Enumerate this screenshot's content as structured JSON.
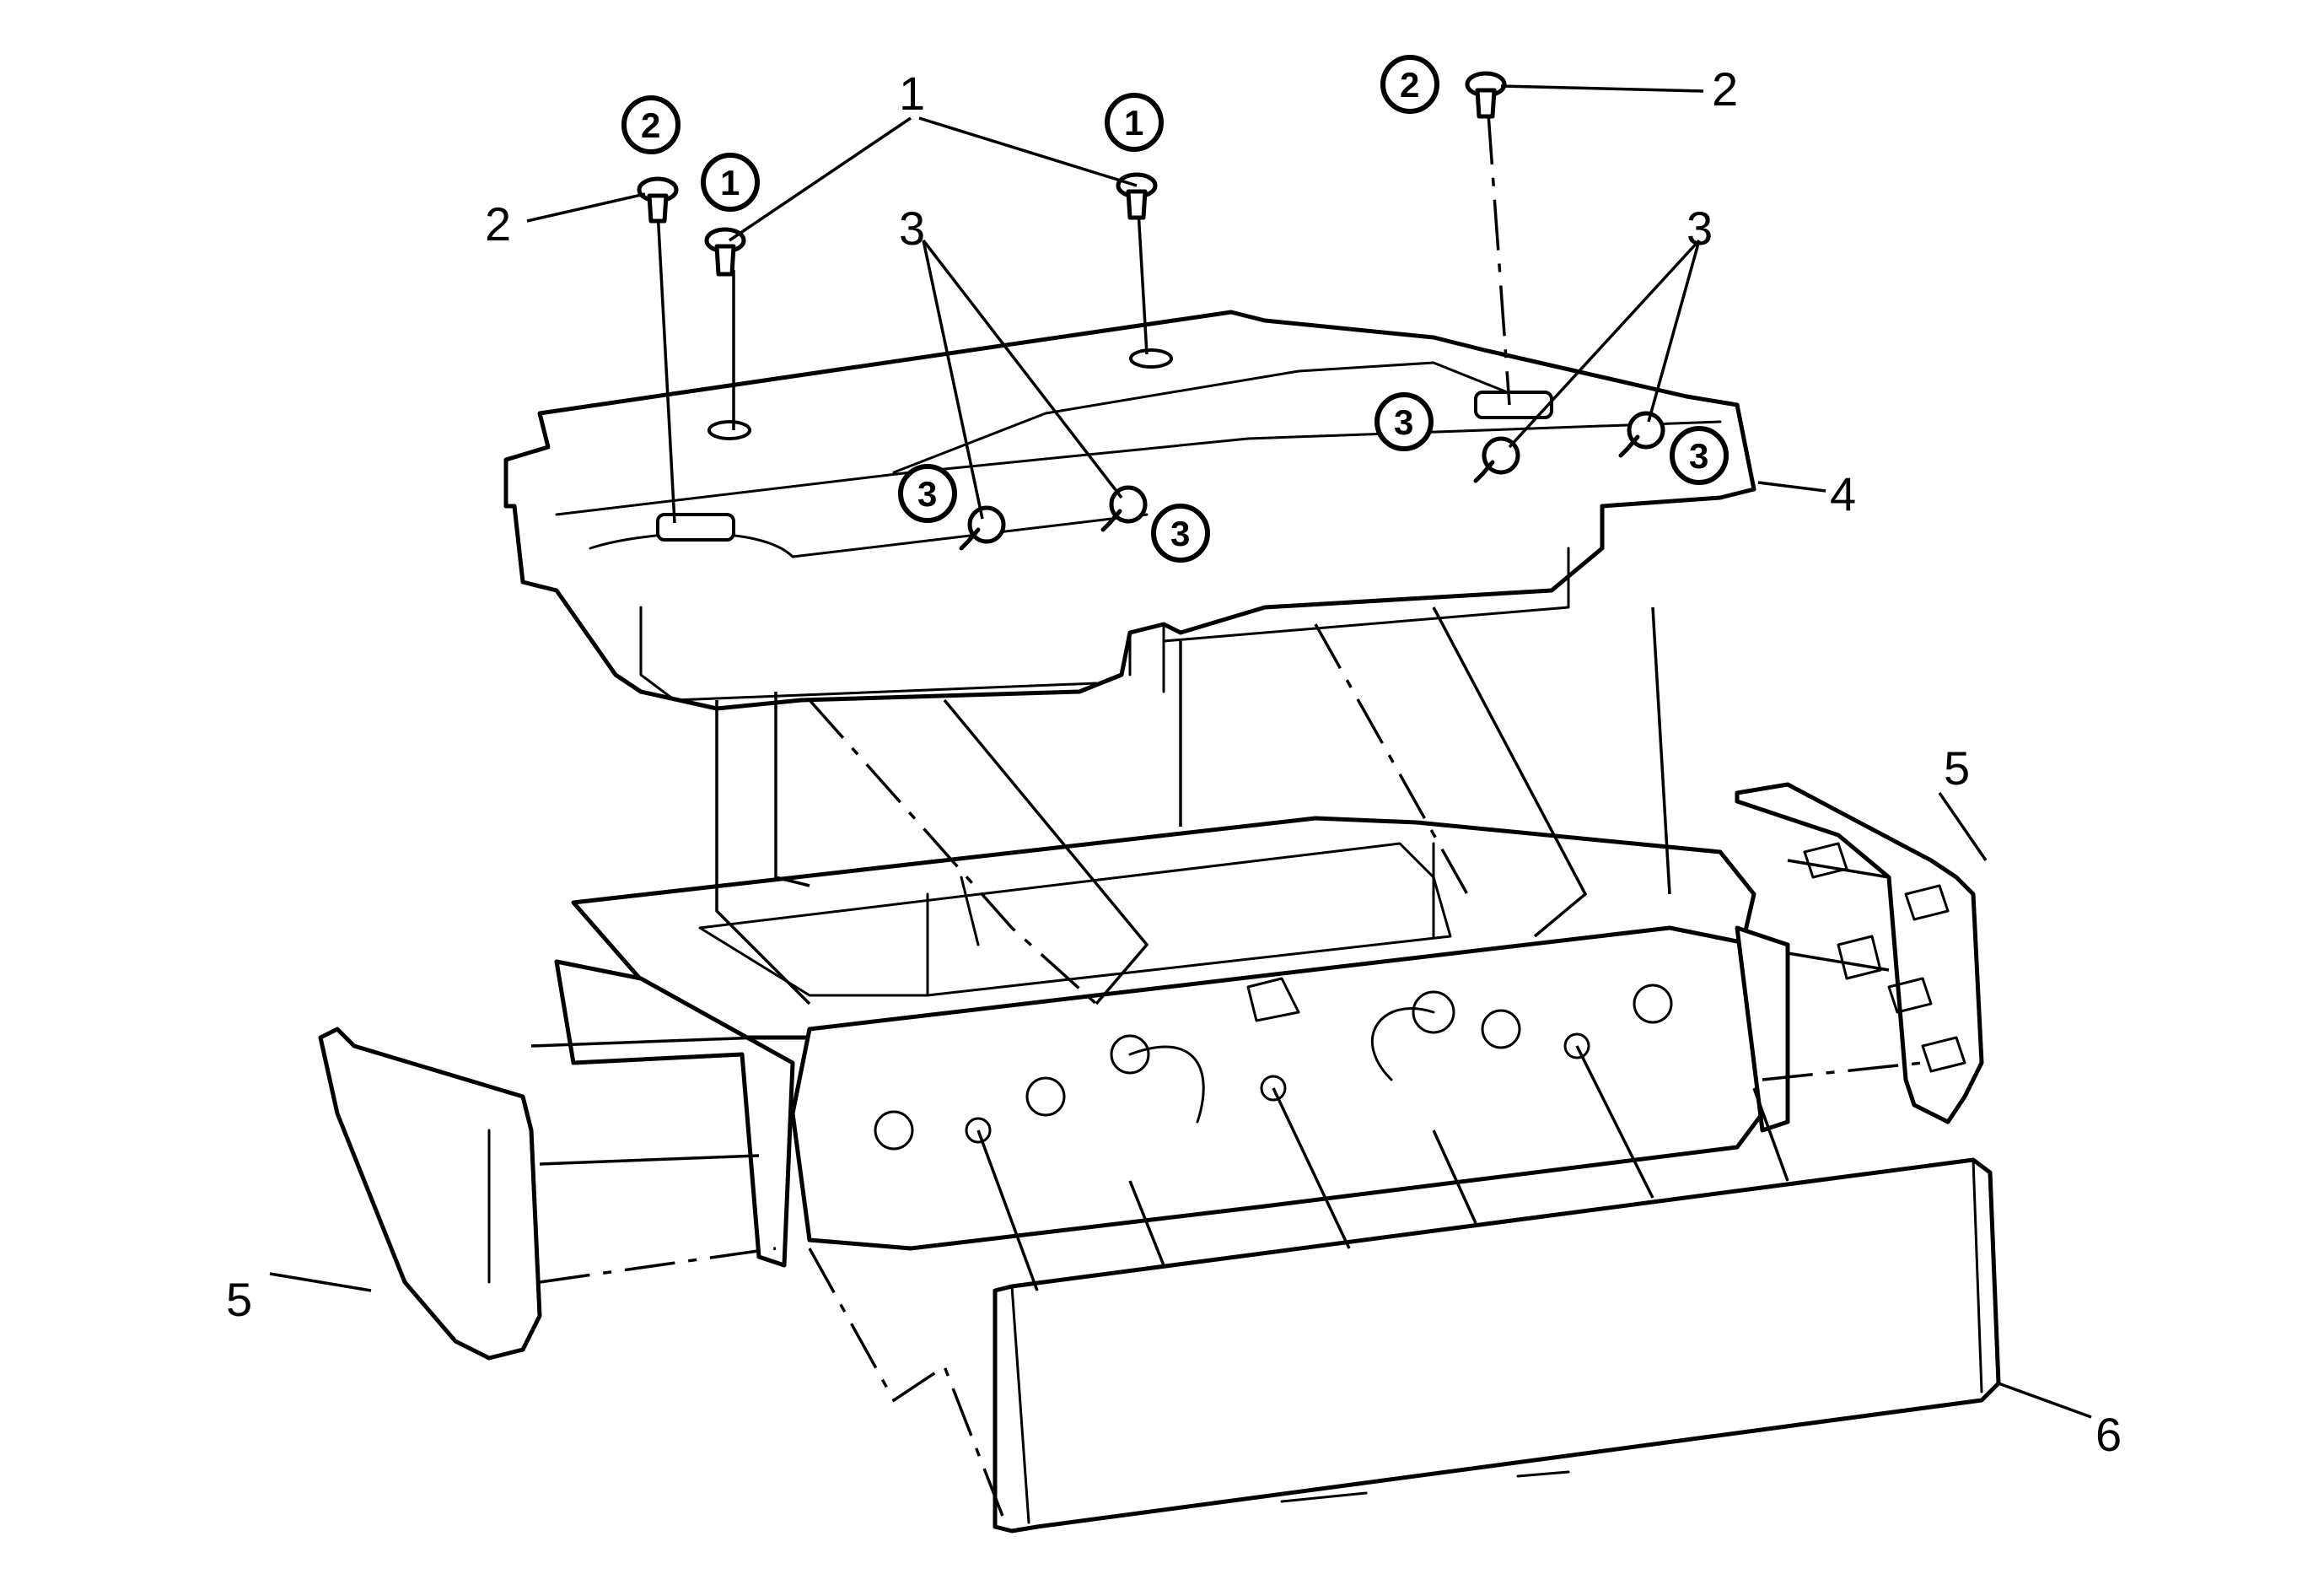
{
  "callouts": {
    "c1": "1",
    "c2_left": "2",
    "c2_right": "2",
    "c3_left": "3",
    "c3_right": "3",
    "c4": "4",
    "c5_right": "5",
    "c5_left": "5",
    "c6": "6"
  },
  "step_badges": {
    "s2_left": "2",
    "s1_left": "1",
    "s1_mid": "1",
    "s2_right": "2",
    "s3_a": "3",
    "s3_b": "3",
    "s3_c": "3",
    "s3_d": "3"
  }
}
